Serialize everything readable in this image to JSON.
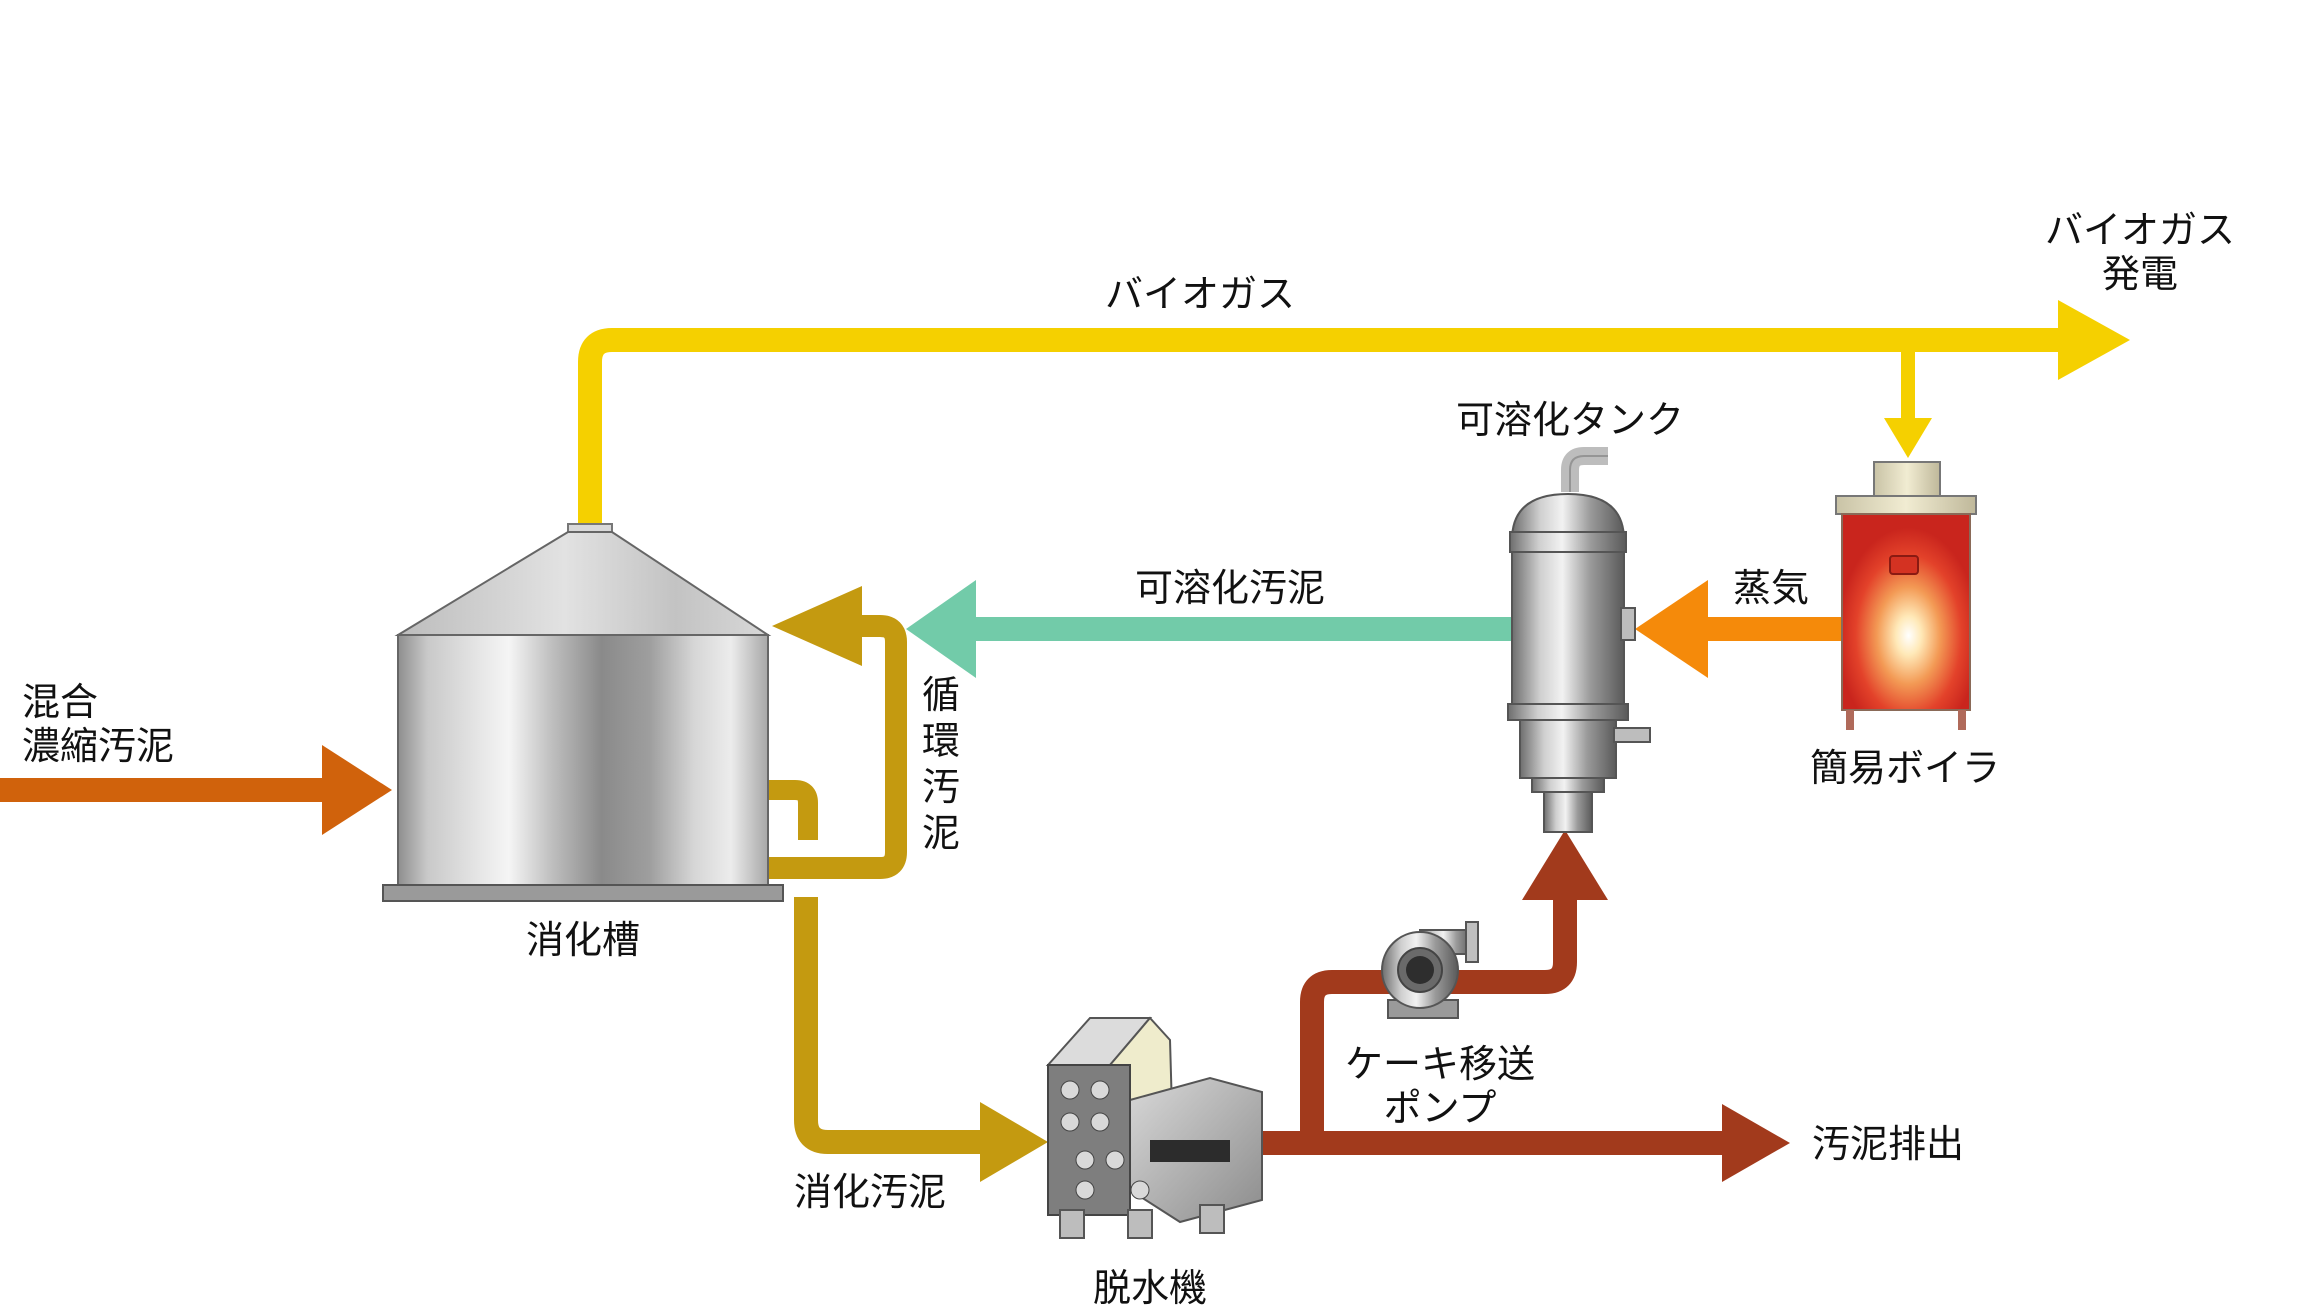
{
  "labels": {
    "mixed_sludge": [
      "混合",
      "濃縮汚泥"
    ],
    "digester": "消化槽",
    "recirculated_sludge": [
      "循",
      "環",
      "汚",
      "泥"
    ],
    "biogas": "バイオガス",
    "biogas_power": [
      "バイオガス",
      "発電"
    ],
    "solubilized_sludge": "可溶化汚泥",
    "solubilization_tank": "可溶化タンク",
    "steam": "蒸気",
    "boiler": "簡易ボイラ",
    "digested_sludge": "消化汚泥",
    "dewaterer": "脱水機",
    "cake_pump": [
      "ケーキ移送",
      "ポンプ"
    ],
    "sludge_discharge": "汚泥排出"
  },
  "colors": {
    "biogas": "#f5d000",
    "solubilized": "#72cba9",
    "steam": "#f58a0a",
    "feed": "#d0620c",
    "recirc": "#c49a10",
    "cake": "#a23a1c"
  }
}
